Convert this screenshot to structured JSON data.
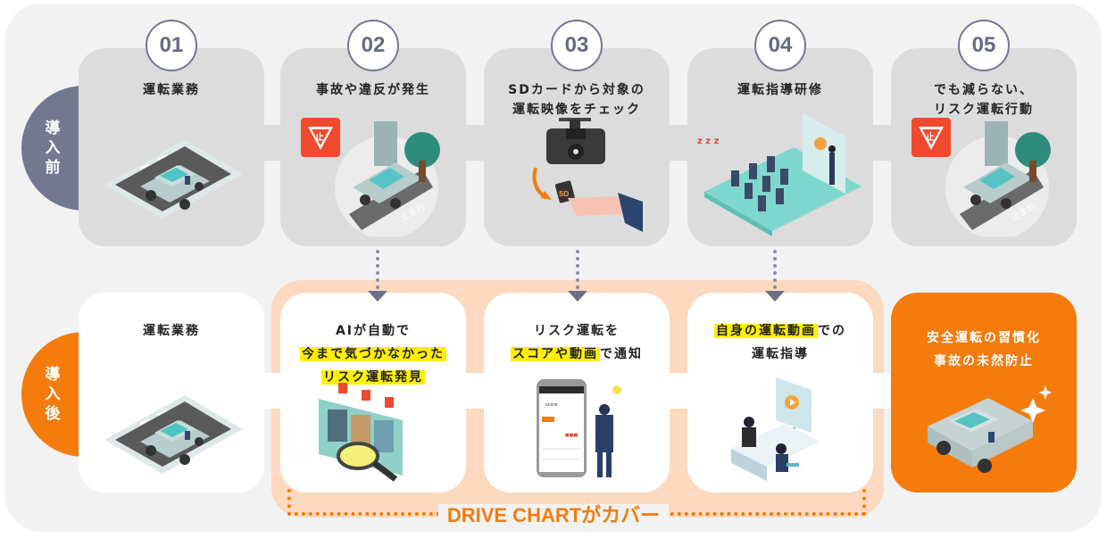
{
  "rows": {
    "before": {
      "label": [
        "導",
        "入",
        "前"
      ]
    },
    "after": {
      "label": [
        "導",
        "入",
        "後"
      ]
    }
  },
  "top_steps": [
    {
      "number": "01",
      "title_lines": [
        "運転業務"
      ],
      "illustration": "car-on-road"
    },
    {
      "number": "02",
      "title_lines": [
        "事故や違反が発生"
      ],
      "illustration": "stop-sign-violation",
      "sign_text": "止",
      "road_text": "止まれ"
    },
    {
      "number": "03",
      "title_lines": [
        "SDカードから対象の",
        "運転映像をチェック"
      ],
      "illustration": "dashcam-sd-card",
      "sd_text": "SD"
    },
    {
      "number": "04",
      "title_lines": [
        "運転指導研修"
      ],
      "illustration": "training-seminar"
    },
    {
      "number": "05",
      "title_lines": [
        "でも減らない、",
        "リスク運転行動"
      ],
      "illustration": "stop-sign-violation",
      "sign_text": "止",
      "road_text": "止まれ"
    }
  ],
  "bottom_steps": [
    {
      "title_lines": [
        [
          {
            "text": "運転業務",
            "hl": false
          }
        ]
      ],
      "illustration": "car-on-road"
    },
    {
      "title_lines": [
        [
          {
            "text": "AIが自動で",
            "hl": false
          }
        ],
        [
          {
            "text": "今まで気づかなかった",
            "hl": true
          }
        ],
        [
          {
            "text": "リスク運転発見",
            "hl": true
          }
        ]
      ],
      "illustration": "ai-magnifier-detection"
    },
    {
      "title_lines": [
        [
          {
            "text": "リスク運転を",
            "hl": false
          }
        ],
        [
          {
            "text": "スコアや動画",
            "hl": true
          },
          {
            "text": "で通知",
            "hl": false
          }
        ]
      ],
      "illustration": "smartphone-score-notification"
    },
    {
      "title_lines": [
        [
          {
            "text": "自身の運転動画",
            "hl": true
          },
          {
            "text": "での",
            "hl": false
          }
        ],
        [
          {
            "text": "運転指導",
            "hl": false
          }
        ]
      ],
      "illustration": "one-on-one-coaching"
    },
    {
      "title_lines": [
        [
          {
            "text": "安全運転の習慣化",
            "hl": false
          }
        ],
        [
          {
            "text": "事故の未然防止",
            "hl": false
          }
        ]
      ],
      "illustration": "safe-car-sparkle",
      "highlighted": true
    }
  ],
  "coverage_label": "DRIVE CHARTがカバー",
  "colors": {
    "before_accent": "#747891",
    "after_accent": "#f47b0c",
    "highlight": "#fff000",
    "cover_band": "#fdd9c0",
    "top_card": "#dcdcdc",
    "background": "#f2f2f2"
  }
}
